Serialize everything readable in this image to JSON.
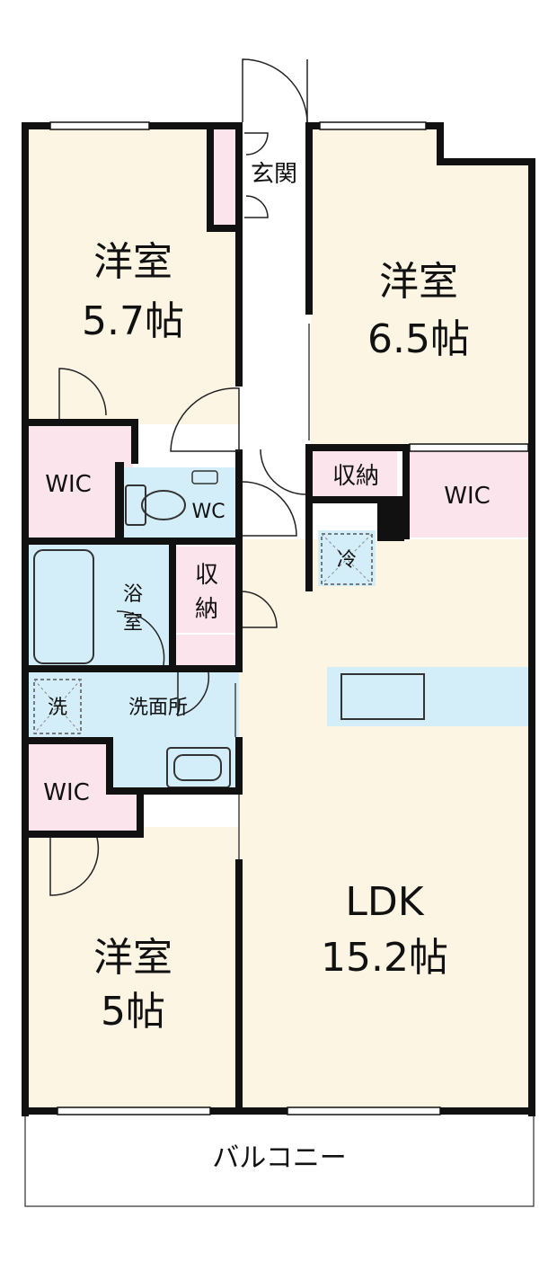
{
  "rooms": {
    "bedroom_a": {
      "name": "洋室",
      "size": "5.7帖"
    },
    "bedroom_b": {
      "name": "洋室",
      "size": "6.5帖"
    },
    "bedroom_c": {
      "name": "洋室",
      "size": "5帖"
    },
    "ldk": {
      "name": "LDK",
      "size": "15.2帖"
    },
    "entrance": "玄関",
    "wic_left": "WIC",
    "wic_right": "WIC",
    "wic_bottom": "WIC",
    "toilet": "WC",
    "closet_right": "収納",
    "closet_mid_line1": "収",
    "closet_mid_line2": "納",
    "bath_line1": "浴",
    "bath_line2": "室",
    "washroom": "洗面所",
    "washer": "洗",
    "fridge": "冷",
    "balcony": "バルコニー"
  },
  "colors": {
    "room_floor": "#fdf5e4",
    "closet": "#fce4ec",
    "wet_area": "#d4eef9",
    "wall": "#111111",
    "hall": "#ffffff"
  }
}
